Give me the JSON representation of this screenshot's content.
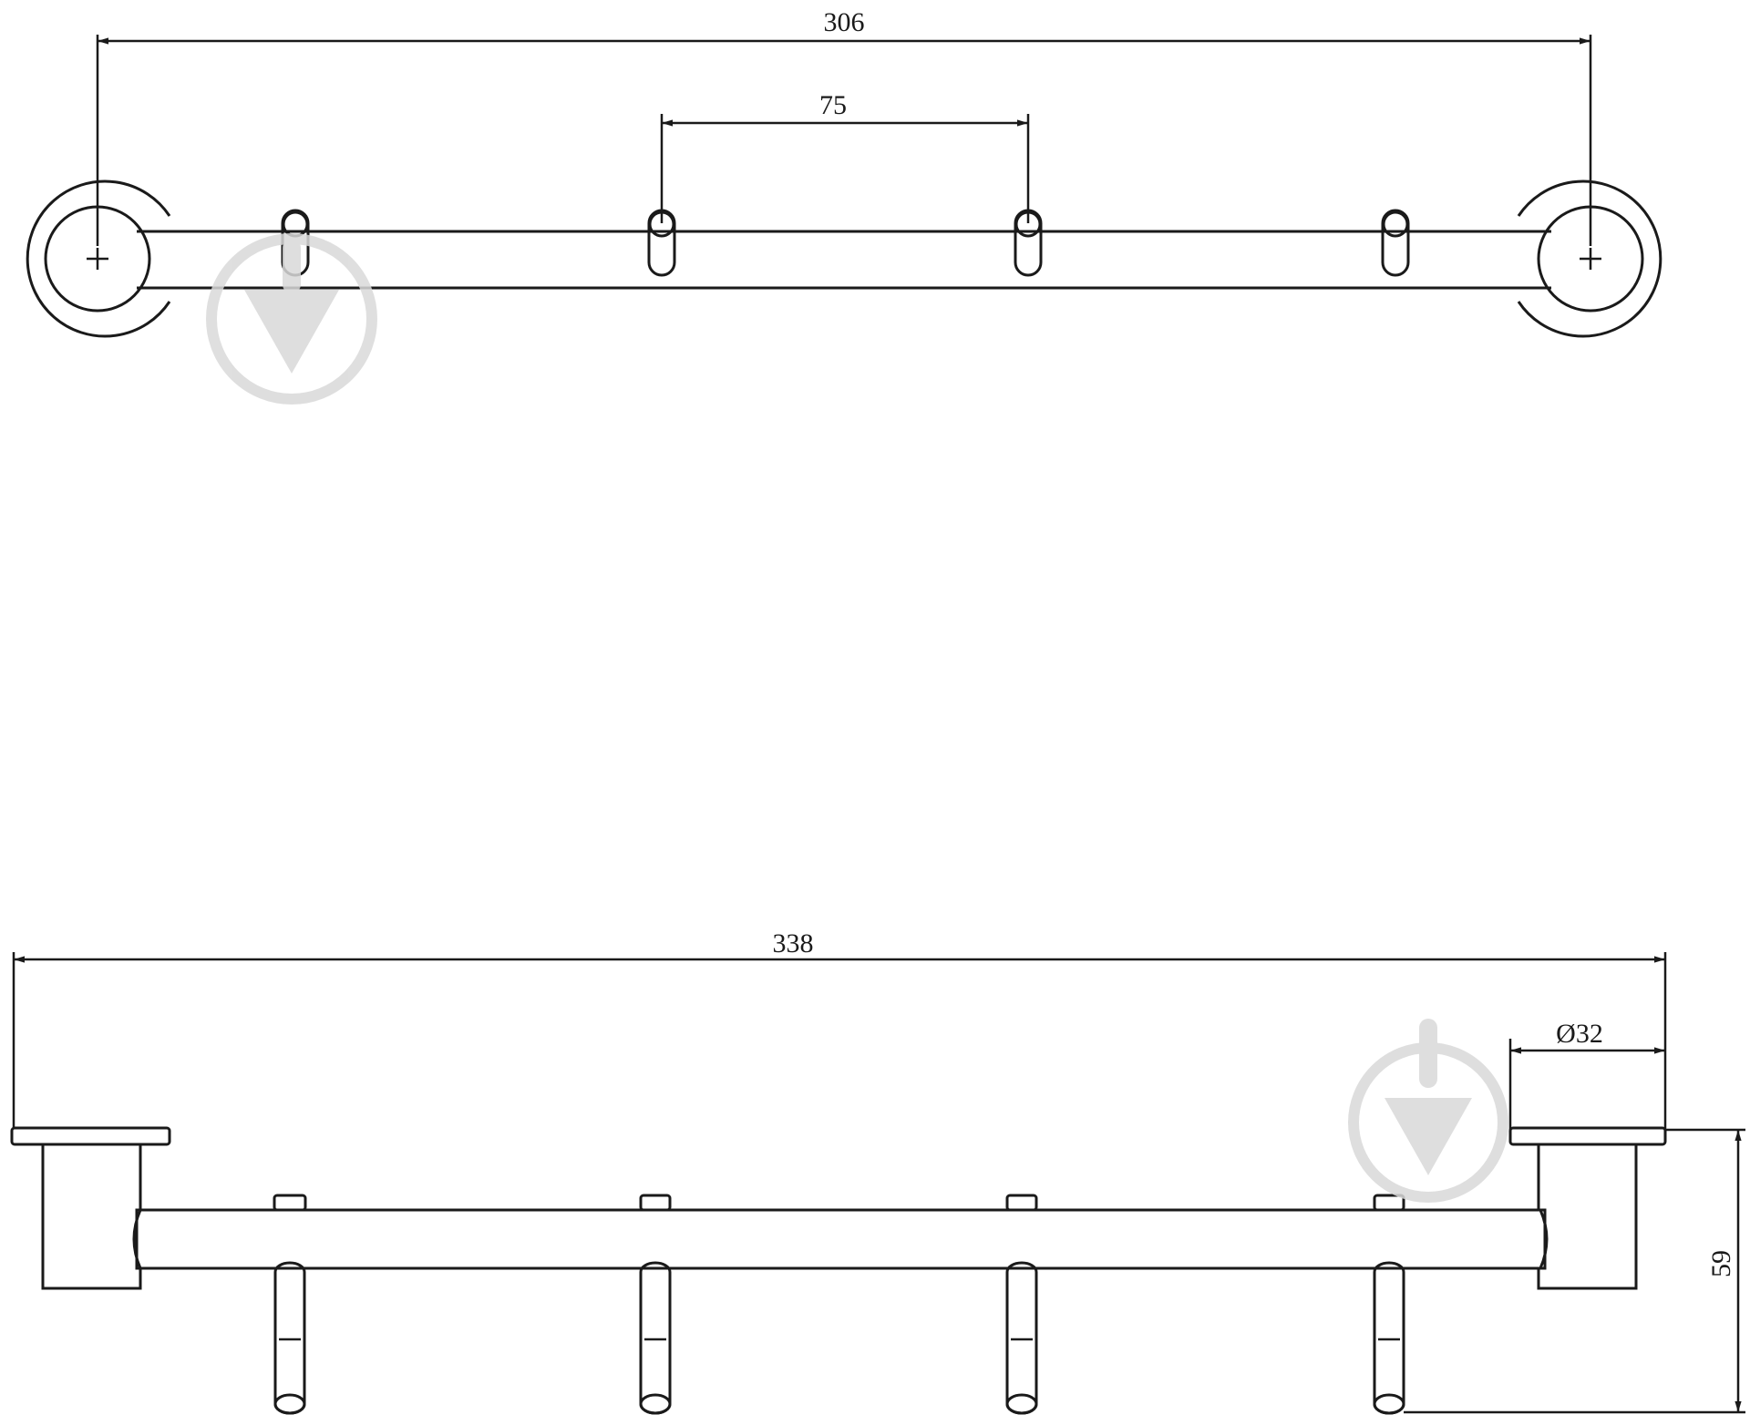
{
  "dimensions": {
    "top_overall": "306",
    "top_hook_spacing": "75",
    "front_overall": "338",
    "rosette_diameter": "Ø32",
    "height": "59"
  }
}
